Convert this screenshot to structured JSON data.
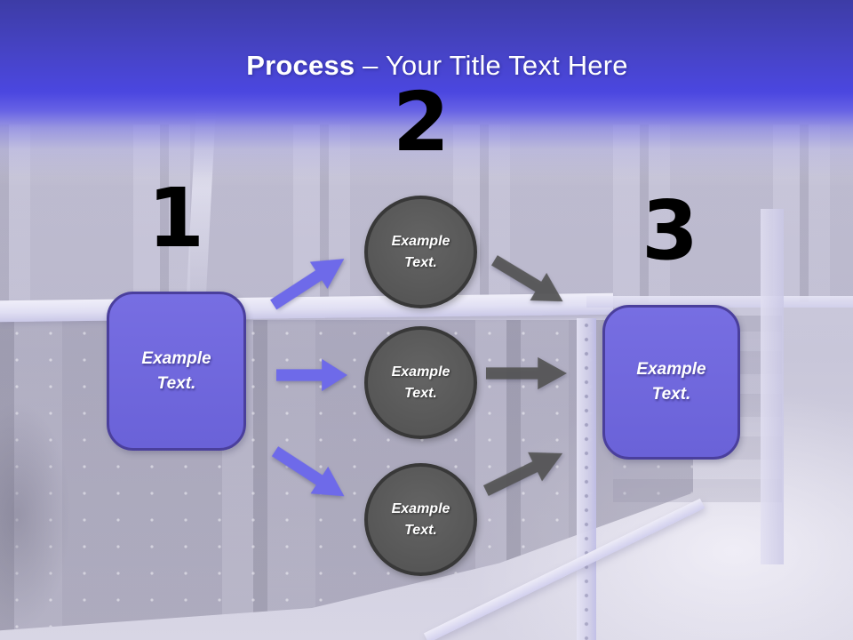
{
  "title": {
    "bold": "Process",
    "dash": "–",
    "regular": "Your Title Text Here"
  },
  "steps": {
    "numbers": [
      "1",
      "2",
      "3"
    ]
  },
  "left_box": {
    "lines": [
      "Example",
      "Text."
    ]
  },
  "right_box": {
    "lines": [
      "Example",
      "Text."
    ]
  },
  "circles": [
    {
      "lines": [
        "Example",
        "Text."
      ]
    },
    {
      "lines": [
        "Example",
        "Text."
      ]
    },
    {
      "lines": [
        "Example",
        "Text."
      ]
    }
  ],
  "icons": {
    "purple_arrows": [
      "arrow-up-right-icon",
      "arrow-right-icon",
      "arrow-down-right-icon"
    ],
    "gray_arrows": [
      "arrow-down-right-icon",
      "arrow-right-icon",
      "arrow-up-right-icon"
    ]
  },
  "colors": {
    "header_gradient_top": "#3d3ca6",
    "header_gradient_bottom": "#4b47e0",
    "title_text": "#ffffff",
    "step_number": "#000000",
    "box_fill": "#6f68dd",
    "box_border": "#4a3f9c",
    "box_text": "#ffffff",
    "circle_fill": "#5c5c5c",
    "circle_border": "#383838",
    "circle_text": "#ffffff",
    "arrow_purple": "#6e6ae9",
    "arrow_gray": "#555555"
  }
}
